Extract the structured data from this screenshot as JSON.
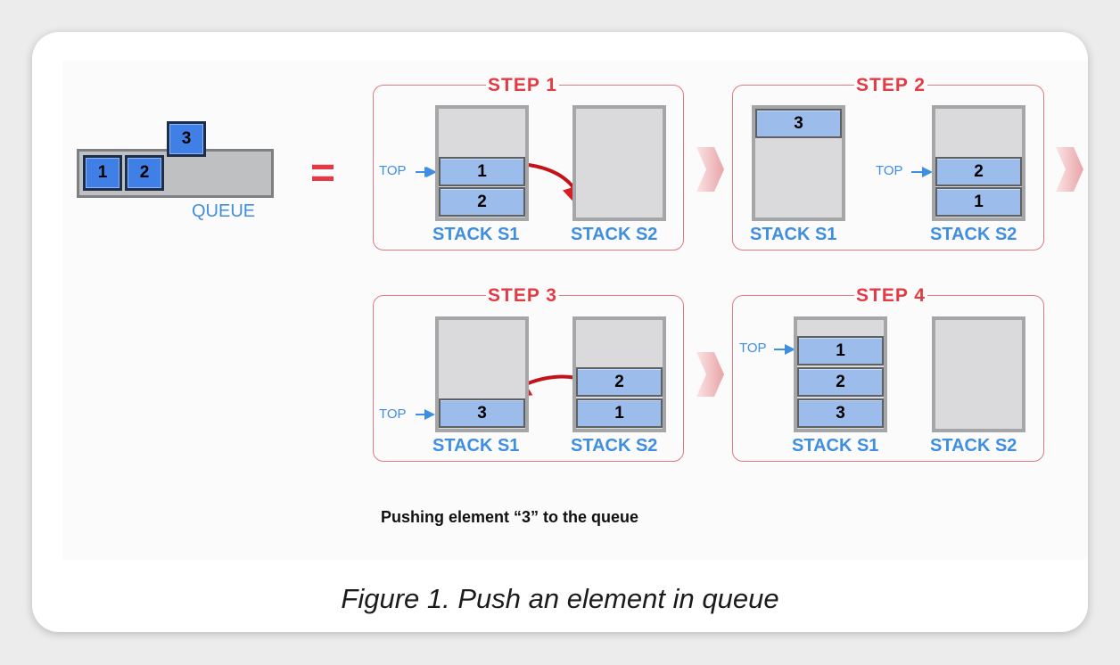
{
  "queue": {
    "label": "QUEUE",
    "items": [
      "1",
      "2"
    ],
    "incoming": "3"
  },
  "equals_sign": "=",
  "top_label": "TOP",
  "steps": [
    {
      "title": "STEP 1",
      "s1": {
        "label": "STACK S1",
        "items": [
          "1",
          "2"
        ]
      },
      "s2": {
        "label": "STACK S2",
        "items": []
      }
    },
    {
      "title": "STEP 2",
      "s1": {
        "label": "STACK S1",
        "items": [
          "3"
        ]
      },
      "s2": {
        "label": "STACK S2",
        "items": [
          "2",
          "1"
        ]
      }
    },
    {
      "title": "STEP 3",
      "s1": {
        "label": "STACK S1",
        "items": [
          "3"
        ]
      },
      "s2": {
        "label": "STACK S2",
        "items": [
          "2",
          "1"
        ]
      }
    },
    {
      "title": "STEP 4",
      "s1": {
        "label": "STACK S1",
        "items": [
          "1",
          "2",
          "3"
        ]
      },
      "s2": {
        "label": "STACK S2",
        "items": []
      }
    }
  ],
  "subcaption": "Pushing element “3” to the queue",
  "caption": "Figure 1. Push an element in queue",
  "colors": {
    "accent_red": "#e23b44",
    "label_blue": "#3f8ee0",
    "block_blue": "#9cbcec",
    "queue_blue": "#3f7fe6"
  }
}
